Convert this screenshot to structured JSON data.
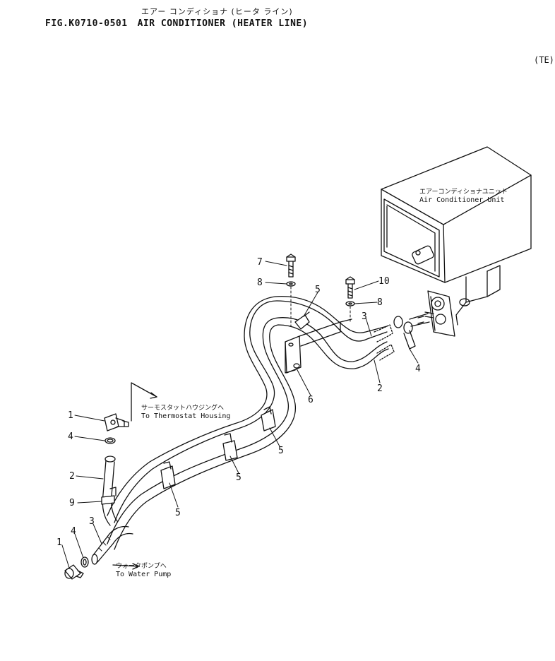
{
  "header": {
    "jp_title": "エアー コンディショナ (ヒータ ライン)",
    "fig_no": "FIG.K0710-0501",
    "title": "AIR CONDITIONER (HEATER LINE)",
    "corner_code": "(TE)"
  },
  "notes": {
    "unit_jp": "エアーコンディショナユニット",
    "unit_en": "Air Conditioner Unit",
    "thermo_jp": "サーモスタットハウジングへ",
    "thermo_en": "To Thermostat Housing",
    "pump_jp": "ウォータポンプへ",
    "pump_en": "To Water Pump"
  },
  "callouts": [
    {
      "id": "c1a",
      "text": "1"
    },
    {
      "id": "c4a",
      "text": "4"
    },
    {
      "id": "c2a",
      "text": "2"
    },
    {
      "id": "c9",
      "text": "9"
    },
    {
      "id": "c3a",
      "text": "3"
    },
    {
      "id": "c4b",
      "text": "4"
    },
    {
      "id": "c1b",
      "text": "1"
    },
    {
      "id": "c5a",
      "text": "5"
    },
    {
      "id": "c5b",
      "text": "5"
    },
    {
      "id": "c5c",
      "text": "5"
    },
    {
      "id": "c5d",
      "text": "5"
    },
    {
      "id": "c6",
      "text": "6"
    },
    {
      "id": "c7",
      "text": "7"
    },
    {
      "id": "c8a",
      "text": "8"
    },
    {
      "id": "c10",
      "text": "10"
    },
    {
      "id": "c8b",
      "text": "8"
    },
    {
      "id": "c3b",
      "text": "3"
    },
    {
      "id": "c2b",
      "text": "2"
    },
    {
      "id": "c4c",
      "text": "4"
    }
  ]
}
